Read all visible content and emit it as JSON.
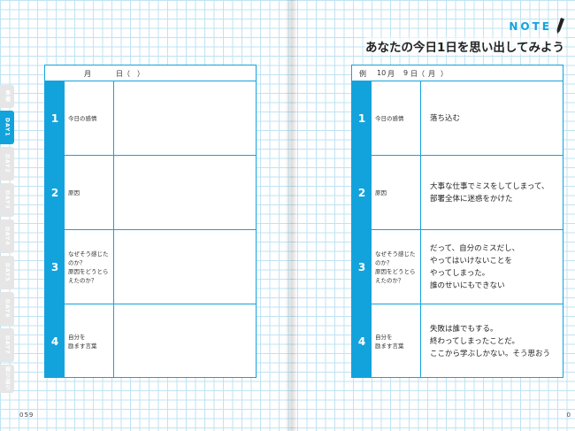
{
  "header": {
    "note_word": "NOTE",
    "title": "あなたの今日1日を思い出してみよう"
  },
  "side_tabs": [
    {
      "label": "準備",
      "active": false
    },
    {
      "label": "DAY1",
      "active": true
    },
    {
      "label": "DAY2",
      "active": false
    },
    {
      "label": "DAY3",
      "active": false
    },
    {
      "label": "DAY4",
      "active": false
    },
    {
      "label": "DAY5",
      "active": false
    },
    {
      "label": "DAY6",
      "active": false
    },
    {
      "label": "DAY7",
      "active": false
    },
    {
      "label": "振り返り",
      "active": false
    }
  ],
  "left_sheet": {
    "month_label": "月",
    "day_label": "日（",
    "weekday_close": "）",
    "rows": [
      {
        "num": "1",
        "label": "今日の感情",
        "answer": ""
      },
      {
        "num": "2",
        "label": "原因",
        "answer": ""
      },
      {
        "num": "3",
        "label": "なぜそう感じた\nのか？\n原因をどうとら\nえたのか？",
        "answer": ""
      },
      {
        "num": "4",
        "label": "自分を\n励ます言葉",
        "answer": ""
      }
    ]
  },
  "right_sheet": {
    "example_label": "例",
    "month": "10",
    "month_label": "月",
    "day": "9",
    "day_label": "日（",
    "weekday": "月",
    "weekday_close": "）",
    "rows": [
      {
        "num": "1",
        "label": "今日の感情",
        "answer": "落ち込む"
      },
      {
        "num": "2",
        "label": "原因",
        "answer": "大事な仕事でミスをしてしまって、\n部署全体に迷惑をかけた"
      },
      {
        "num": "3",
        "label": "なぜそう感じた\nのか？\n原因をどうとら\nえたのか？",
        "answer": "だって、自分のミスだし、\nやってはいけないことを\nやってしまった。\n誰のせいにもできない"
      },
      {
        "num": "4",
        "label": "自分を\n励ます言葉",
        "answer": "失敗は誰でもする。\n終わってしまったことだ。\nここから学ぶしかない。そう思おう"
      }
    ]
  },
  "page_numbers": {
    "left": "059",
    "right": "0"
  }
}
